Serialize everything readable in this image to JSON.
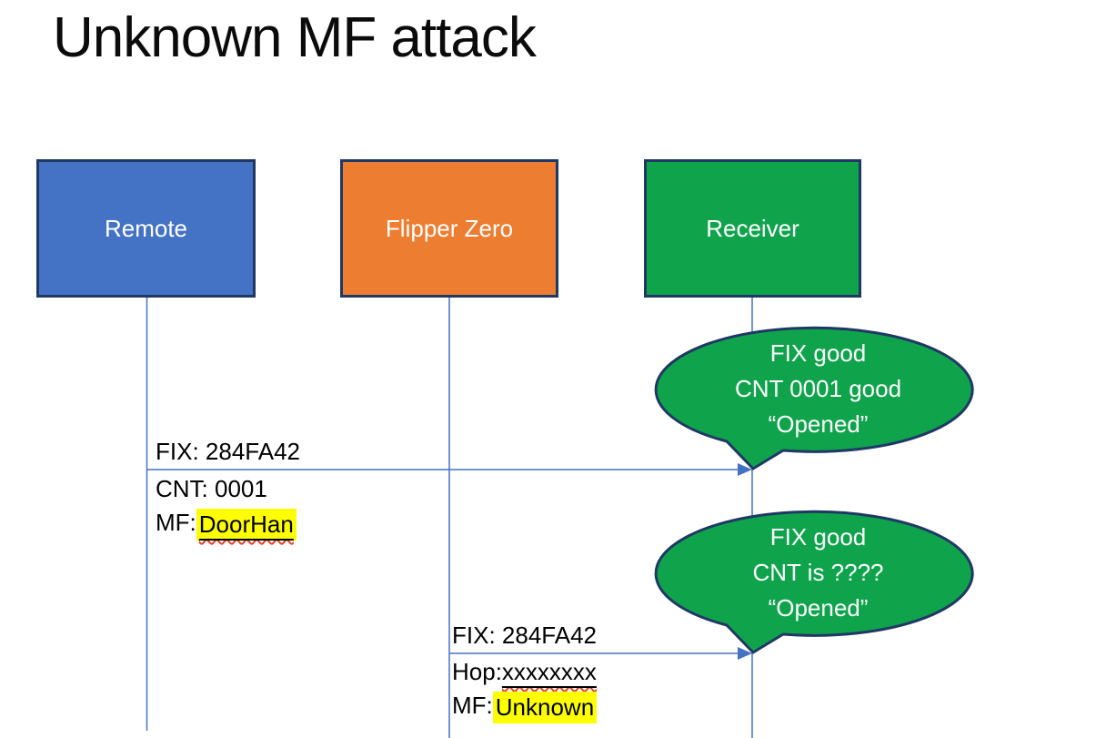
{
  "slide": {
    "title": "Unknown MF attack"
  },
  "actors": [
    {
      "label": "Remote"
    },
    {
      "label": "Flipper Zero"
    },
    {
      "label": "Receiver"
    }
  ],
  "messages": [
    {
      "from": "Remote",
      "to": "Receiver",
      "label_above": "FIX: 284FA42",
      "below_line1": "CNT: 0001",
      "below_line2_prefix": "MF: ",
      "below_line2_value": "DoorHan"
    },
    {
      "from": "Flipper Zero",
      "to": "Receiver",
      "label_above": "FIX: 284FA42",
      "below_line1_prefix": "Hop: ",
      "below_line1_value": "xxxxxxxx",
      "below_line2_prefix": "MF: ",
      "below_line2_value": "Unknown"
    }
  ],
  "callouts": [
    {
      "line1": "FIX good",
      "line2": "CNT 0001 good",
      "line3": "“Opened”"
    },
    {
      "line1": "FIX good",
      "line2": "CNT is ????",
      "line3": "“Opened”"
    }
  ],
  "colors": {
    "actor_blue": "#4472C4",
    "actor_orange": "#ED7D31",
    "actor_green": "#0FA44C",
    "shape_border": "#1F3864",
    "connector_blue": "#4472C4",
    "highlight_yellow": "#FFFF00",
    "spellcheck_red": "#E8402A",
    "text_black": "#000000",
    "text_white": "#FFFFFF"
  }
}
